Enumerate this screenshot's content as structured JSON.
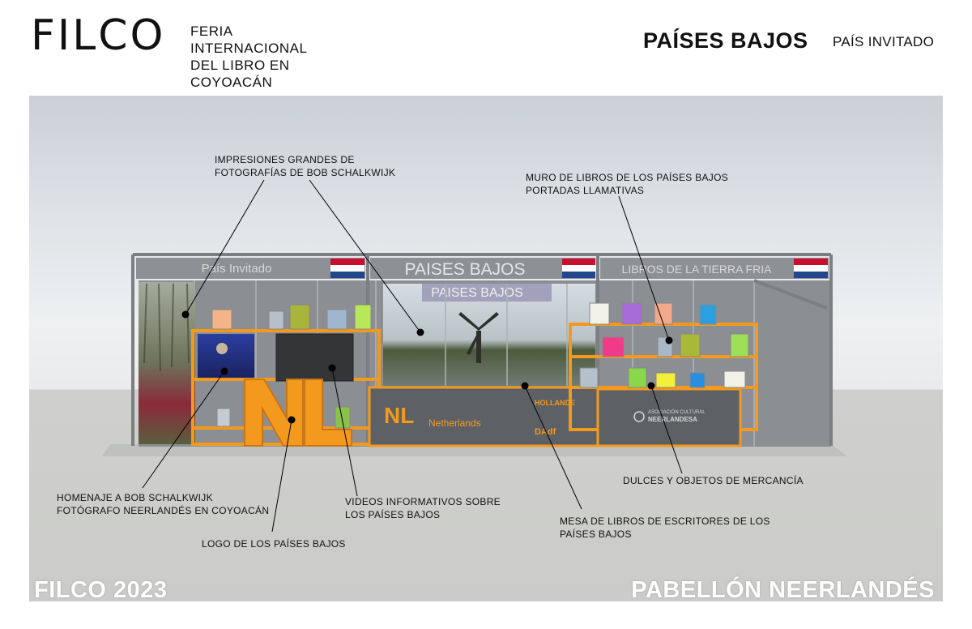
{
  "header": {
    "logo": "FILCO",
    "logo_lines": [
      "FERIA",
      "INTERNACIONAL",
      "DEL LIBRO EN",
      "COYOACÁN"
    ],
    "country": "PAÍSES BAJOS",
    "country_subtitle": "PAÍS INVITADO"
  },
  "stand": {
    "sign_left": "País Invitado",
    "sign_center": "PAISES BAJOS",
    "sign_right": "LIBROS DE LA TIERRA FRIA",
    "banner": "PAISES BAJOS",
    "nl_logo_text": "Netherlands",
    "desk_logo_1": "HOLLANDE",
    "desk_logo_2": "DAdf",
    "assoc_line_1": "ASOCIACIÓN CULTURAL",
    "assoc_line_2": "NEERLANDESA",
    "big_letters": "NL"
  },
  "callouts": [
    {
      "id": "photos",
      "lines": [
        "IMPRESIONES GRANDES DE",
        "FOTOGRAFÍAS DE BOB SCHALKWIJK"
      ]
    },
    {
      "id": "wall",
      "lines": [
        "MURO DE LIBROS DE LOS PAÍSES BAJOS",
        "PORTADAS LLAMATIVAS"
      ]
    },
    {
      "id": "homage",
      "lines": [
        "HOMENAJE A BOB SCHALKWIJK",
        "FOTÓGRAFO NEERLANDÉS EN COYOACÁN"
      ]
    },
    {
      "id": "videos",
      "lines": [
        "VIDEOS INFORMATIVOS SOBRE",
        "LOS PAÍSES BAJOS"
      ]
    },
    {
      "id": "logo",
      "lines": [
        "LOGO DE LOS PAÍSES BAJOS"
      ]
    },
    {
      "id": "table",
      "lines": [
        "MESA DE LIBROS DE ESCRITORES DE LOS",
        "PAÍSES BAJOS"
      ]
    },
    {
      "id": "sweets",
      "lines": [
        "DULCES Y OBJETOS DE MERCANCÍA"
      ]
    }
  ],
  "footer": {
    "left": "FILCO 2023",
    "right": "PABELLÓN NEERLANDÉS"
  },
  "colors": {
    "orange": "#f39a1e",
    "frame": "#7b7f84",
    "wall": "#8a8d91",
    "flag_red": "#c8102e",
    "flag_blue": "#21468b"
  }
}
